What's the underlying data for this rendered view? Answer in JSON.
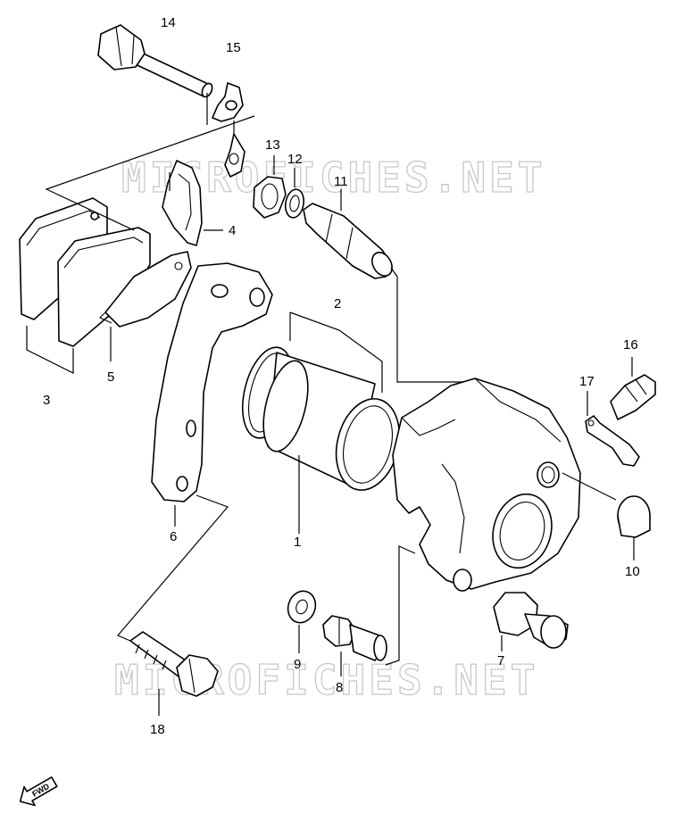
{
  "watermark": "MICROFICHES.NET",
  "fwd_label": "FWD",
  "parts": [
    {
      "id": "p1",
      "label": "1",
      "name": "piston"
    },
    {
      "id": "p2",
      "label": "2",
      "name": "piston-seal-set"
    },
    {
      "id": "p3",
      "label": "3",
      "name": "brake-pad-set"
    },
    {
      "id": "p4",
      "label": "4",
      "name": "pad-spring"
    },
    {
      "id": "p5",
      "label": "5",
      "name": "pad-shim"
    },
    {
      "id": "p6",
      "label": "6",
      "name": "caliper-bracket"
    },
    {
      "id": "p7",
      "label": "7",
      "name": "slide-pin"
    },
    {
      "id": "p8",
      "label": "8",
      "name": "union-bolt"
    },
    {
      "id": "p9",
      "label": "9",
      "name": "washer"
    },
    {
      "id": "p10",
      "label": "10",
      "name": "plug"
    },
    {
      "id": "p11",
      "label": "11",
      "name": "pin"
    },
    {
      "id": "p12",
      "label": "12",
      "name": "washer-small"
    },
    {
      "id": "p13",
      "label": "13",
      "name": "boot"
    },
    {
      "id": "p14",
      "label": "14",
      "name": "pad-mount-bolt"
    },
    {
      "id": "p15",
      "label": "15",
      "name": "lock-washer"
    },
    {
      "id": "p16",
      "label": "16",
      "name": "bleeder-valve"
    },
    {
      "id": "p17",
      "label": "17",
      "name": "bleeder-cap"
    },
    {
      "id": "p18",
      "label": "18",
      "name": "caliper-mount-bolt"
    }
  ]
}
